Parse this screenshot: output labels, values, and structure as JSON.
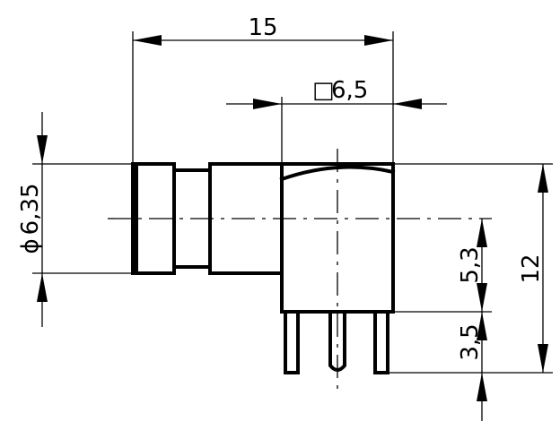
{
  "dimensions": {
    "overall_length": "15",
    "square_size": "6,5",
    "square_symbol": "□",
    "diameter": "6,35",
    "diameter_symbol": "ϕ",
    "body_height": "12",
    "upper_height": "5,3",
    "pin_height": "3,5"
  }
}
